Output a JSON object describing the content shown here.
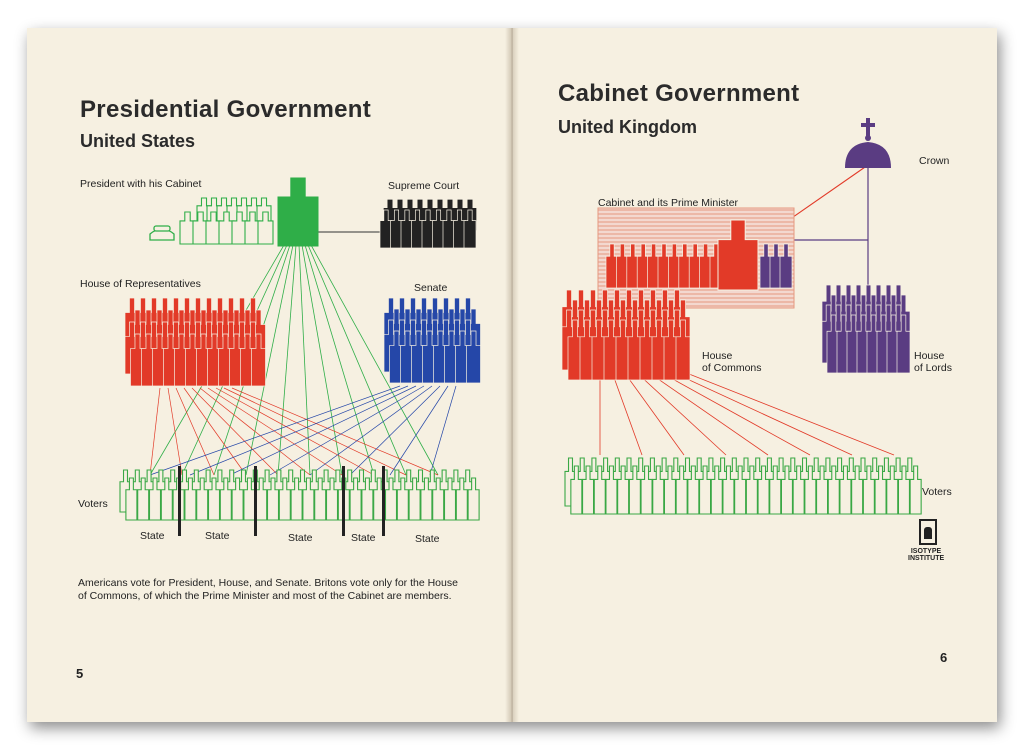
{
  "left_page": {
    "title": "Presidential Government",
    "subtitle": "United States",
    "labels": {
      "president": "President with his Cabinet",
      "supreme_court": "Supreme Court",
      "house": "House of Representatives",
      "senate": "Senate",
      "voters": "Voters",
      "states": [
        "State",
        "State",
        "State",
        "State",
        "State"
      ]
    },
    "caption_line1": "Americans vote for President, House, and Senate.  Britons vote only for the House",
    "caption_line2": "of Commons, of which the Prime Minister and most of the Cabinet are members.",
    "page_number": "5"
  },
  "right_page": {
    "title": "Cabinet Government",
    "subtitle": "United Kingdom",
    "labels": {
      "crown": "Crown",
      "cabinet": "Cabinet and its Prime Minister",
      "commons_1": "House",
      "commons_2": "of Commons",
      "lords_1": "House",
      "lords_2": "of Lords",
      "voters": "Voters"
    },
    "logo_line1": "ISOTYPE",
    "logo_line2": "INSTITUTE",
    "page_number": "6"
  },
  "colors": {
    "paper": "#f6f0e1",
    "us_president_green": "#2fae48",
    "supreme_court_black": "#222222",
    "house_red": "#e23a28",
    "senate_blue": "#2547a8",
    "voters_green": "#3aa845",
    "crown_purple": "#5a3c82",
    "cabinet_red": "#e23a28"
  }
}
